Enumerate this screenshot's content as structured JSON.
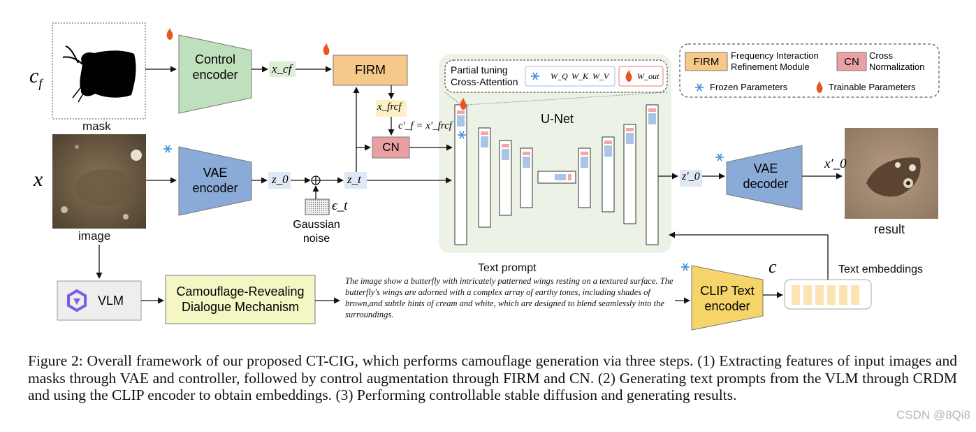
{
  "diagram": {
    "inputs": {
      "cf_symbol": "c_f",
      "x_symbol": "x",
      "mask_label": "mask",
      "image_label": "image"
    },
    "modules": {
      "control_encoder": "Control encoder",
      "vae_encoder": "VAE encoder",
      "firm": "FIRM",
      "cn": "CN",
      "vae_decoder": "VAE decoder",
      "unet": "U-Net",
      "vlm": "VLM",
      "crdm": "Camouflage-Revealing Dialogue Mechanism",
      "clip": "CLIP Text encoder"
    },
    "symbols": {
      "x_cf": "x_cf",
      "x_frcf": "x_frcf",
      "cf_prime_eq": "c′_f = x′_frcf",
      "z0": "z_0",
      "zt": "z_t",
      "eps_t": "ϵ_t",
      "z0_prime": "z′_0",
      "x0_prime": "x′_0",
      "c": "c"
    },
    "labels": {
      "gaussian_noise": "Gaussian noise",
      "result": "result",
      "text_prompt": "Text prompt",
      "text_embeddings": "Text embeddings",
      "partial_tuning": "Partial tuning Cross-Attention",
      "wq": "W_Q",
      "wk": "W_K",
      "wv": "W_V",
      "wout": "W_out"
    },
    "legend": {
      "firm_abbr": "FIRM",
      "firm_full": "Frequency Interaction Refinement Module",
      "cn_abbr": "CN",
      "cn_full": "Cross Normalization",
      "frozen": "Frozen Parameters",
      "trainable": "Trainable Parameters"
    },
    "prompt_text": "The image show a butterfly with intricately patterned wings resting on a textured surface. The butterfly's wings are adorned with a complex array of earthy tones, including shades of brown,and subtle hints of cream and white, which are designed to blend seamlessly into the surroundings.",
    "colors": {
      "control_encoder": "#bfe0bd",
      "vae": "#8aabd8",
      "firm": "#f6c98b",
      "cn": "#e9a0a3",
      "crdm": "#f4f6c4",
      "clip": "#f5d46a",
      "unet_bg": "#ecf3e6"
    }
  },
  "caption": {
    "text": "Figure 2: Overall framework of our proposed CT-CIG, which performs camouflage generation via three steps. (1) Extracting features of input images and masks through VAE and controller, followed by control augmentation through FIRM and CN. (2) Generating text prompts from the VLM through CRDM and using the CLIP encoder to obtain embeddings. (3) Performing controllable stable diffusion and generating results."
  },
  "watermark": "CSDN @8Qi8"
}
